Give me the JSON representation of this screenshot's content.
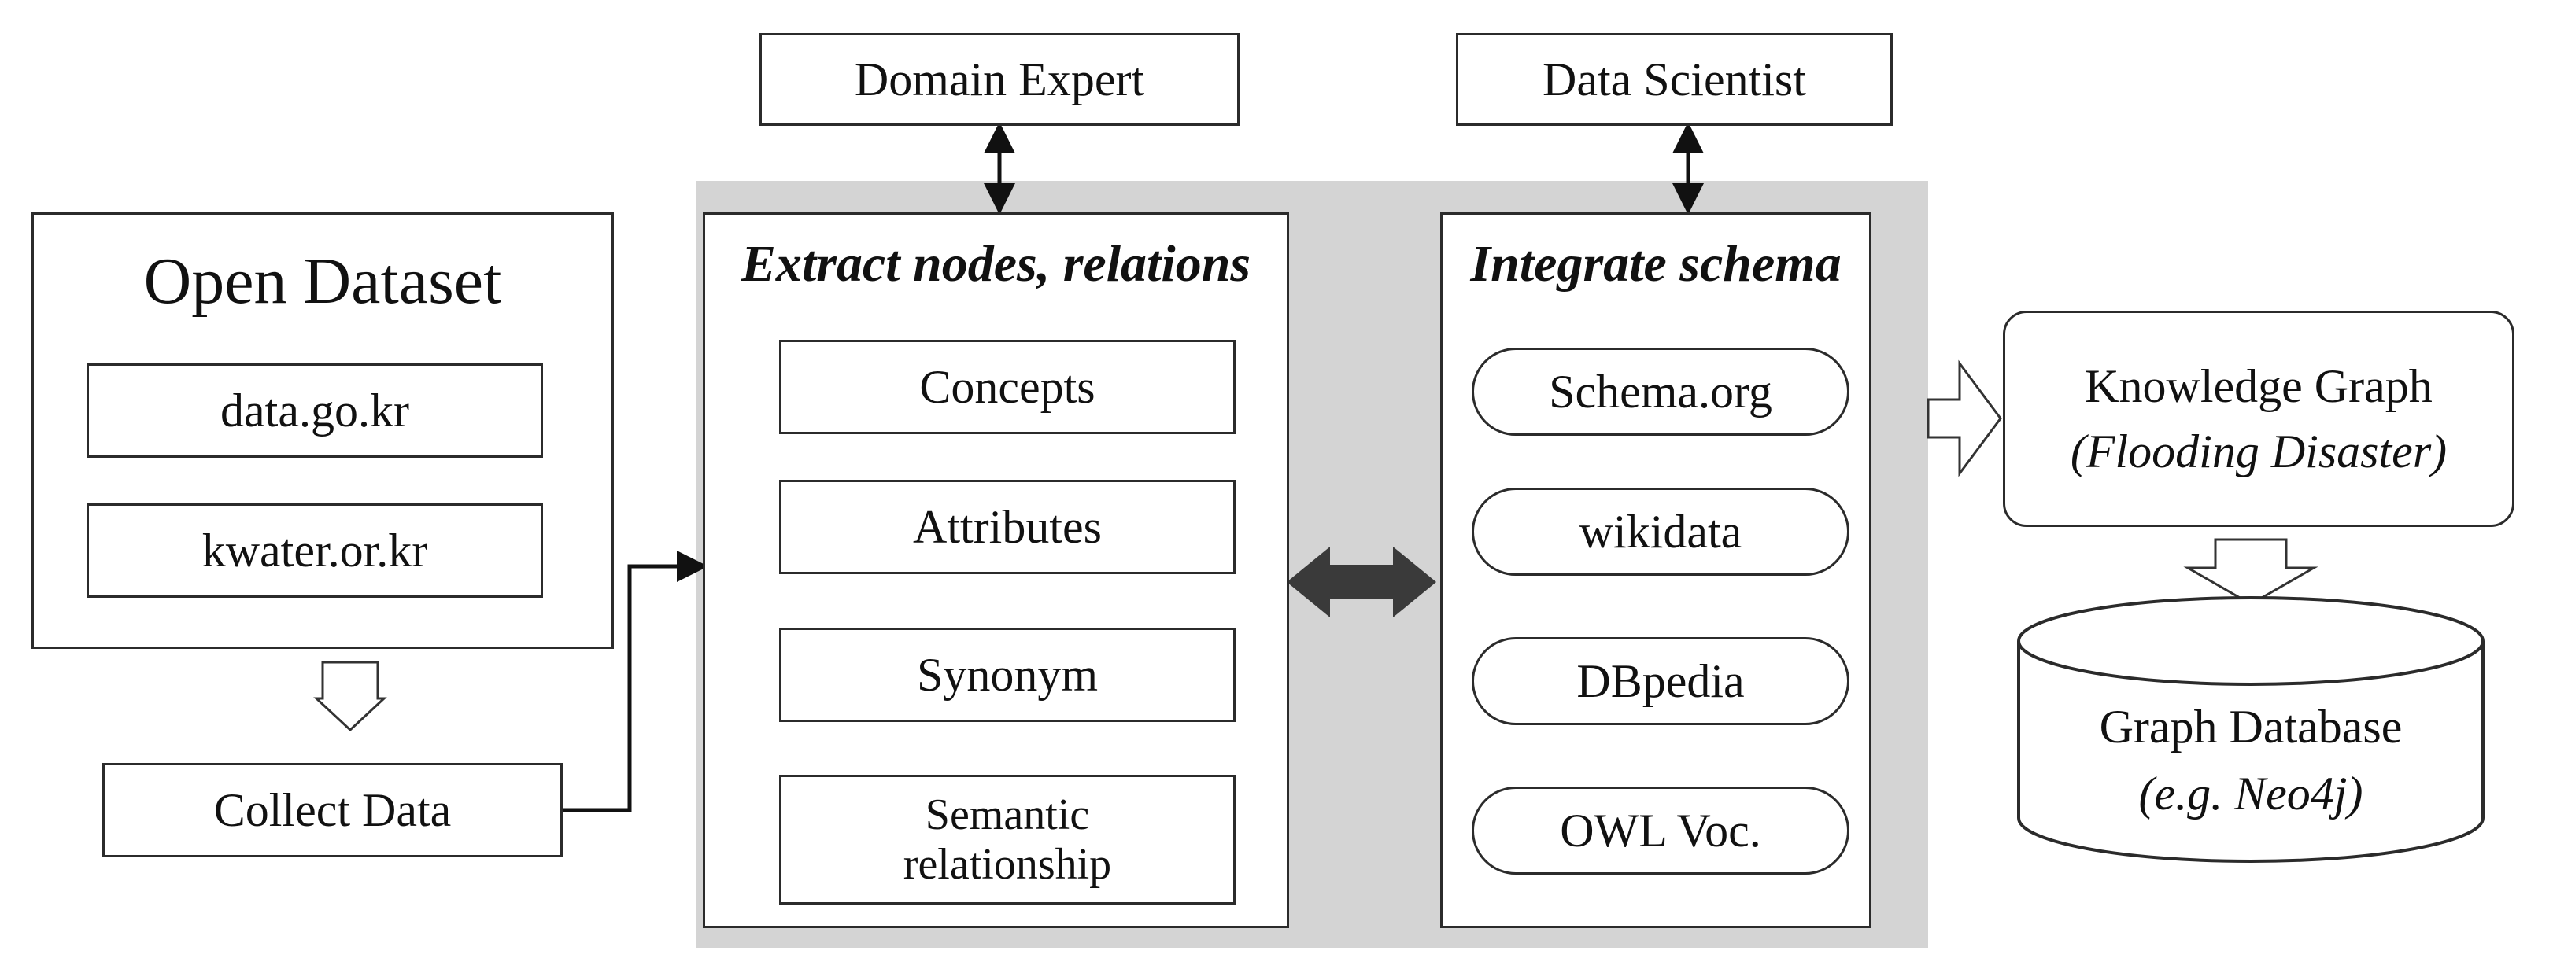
{
  "open_dataset": {
    "title": "Open Dataset",
    "sources": [
      "data.go.kr",
      "kwater.or.kr"
    ]
  },
  "collect": {
    "label": "Collect Data"
  },
  "domain_expert": {
    "label": "Domain Expert"
  },
  "data_scientist": {
    "label": "Data Scientist"
  },
  "extract": {
    "heading": "Extract nodes, relations",
    "items": [
      "Concepts",
      "Attributes",
      "Synonym",
      "Semantic relationship"
    ]
  },
  "integrate": {
    "heading": "Integrate schema",
    "items": [
      "Schema.org",
      "wikidata",
      "DBpedia",
      "OWL Voc."
    ]
  },
  "knowledge_graph": {
    "title": "Knowledge Graph",
    "subtitle": "(Flooding Disaster)"
  },
  "graph_db": {
    "title": "Graph Database",
    "subtitle": "(e.g. Neo4j)"
  }
}
